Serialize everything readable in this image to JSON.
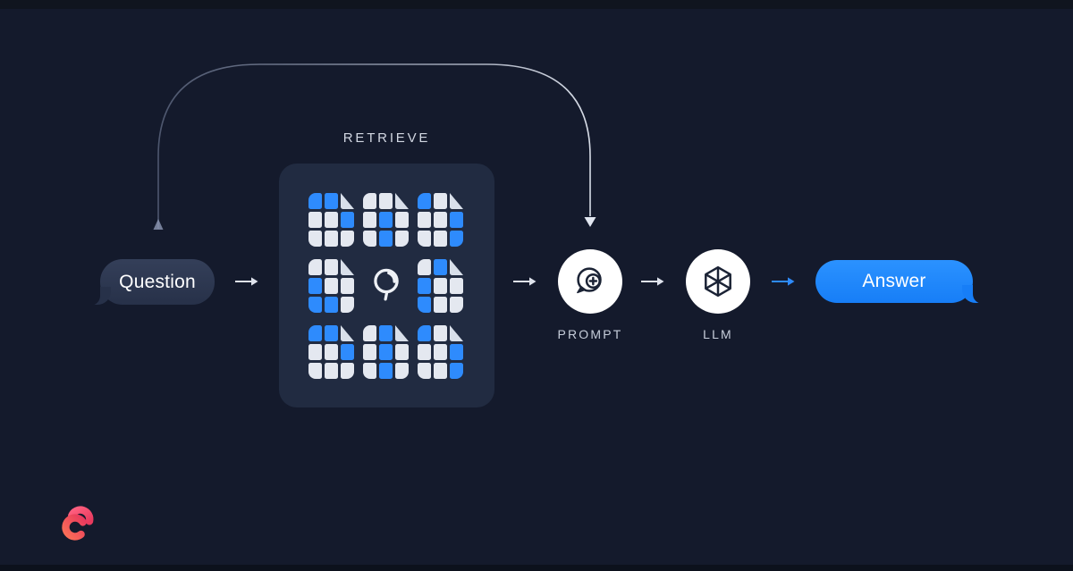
{
  "colors": {
    "background": "#141a2c",
    "panel": "#212b41",
    "accent_blue": "#2e8bfd",
    "question_bubble": "#2c3750",
    "answer_bubble": "#1d87fe",
    "doc_cell_light": "#e4e8f0",
    "doc_fold": "#d8dfea",
    "step_circle_fill": "#ffffff",
    "icon_stroke": "#1b2335",
    "label_text": "#c6cdda"
  },
  "flow": {
    "question": {
      "label": "Question"
    },
    "retrieve": {
      "title": "RETRIEVE",
      "center_icon": "magnifier",
      "docs": [
        [
          "B",
          "B",
          "F",
          "W",
          "W",
          "B",
          "W",
          "W",
          "W"
        ],
        [
          "W",
          "W",
          "F",
          "W",
          "B",
          "W",
          "W",
          "B",
          "W"
        ],
        [
          "B",
          "W",
          "F",
          "W",
          "W",
          "B",
          "W",
          "W",
          "B"
        ],
        [
          "W",
          "W",
          "F",
          "B",
          "W",
          "W",
          "B",
          "B",
          "W"
        ],
        [
          "W",
          "B",
          "F",
          "B",
          "W",
          "W",
          "B",
          "W",
          "W"
        ],
        [
          "B",
          "B",
          "F",
          "W",
          "W",
          "B",
          "W",
          "W",
          "W"
        ],
        [
          "W",
          "B",
          "F",
          "W",
          "B",
          "W",
          "W",
          "B",
          "W"
        ],
        [
          "B",
          "W",
          "F",
          "W",
          "W",
          "B",
          "W",
          "W",
          "B"
        ]
      ]
    },
    "prompt": {
      "label": "PROMPT",
      "icon": "chat-plus"
    },
    "llm": {
      "label": "LLM",
      "icon": "hexagon-cube"
    },
    "answer": {
      "label": "Answer"
    }
  },
  "branding": {
    "logo": "swirl-logo"
  }
}
